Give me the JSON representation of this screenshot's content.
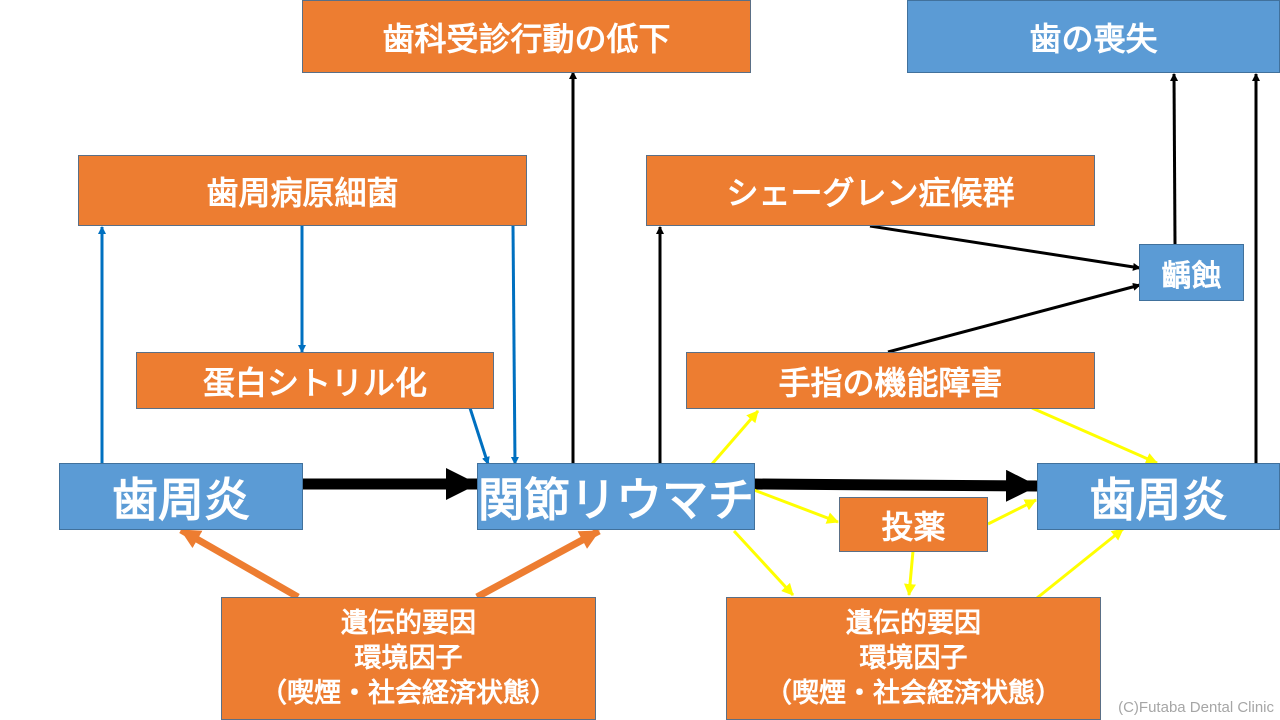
{
  "nodes": {
    "dental_visit_decline": "歯科受診行動の低下",
    "tooth_loss": "歯の喪失",
    "periodontal_pathogens": "歯周病原細菌",
    "sjogren": "シェーグレン症候群",
    "caries": "齲蝕",
    "citrullination": "蛋白シトリル化",
    "finger_dysfunction": "手指の機能障害",
    "periodontitis_left": "歯周炎",
    "rheumatoid_arthritis": "関節リウマチ",
    "medication": "投薬",
    "periodontitis_right": "歯周炎",
    "factors_left": {
      "line1": "遺伝的要因",
      "line2": "環境因子",
      "line3": "（喫煙・社会経済状態）"
    },
    "factors_right": {
      "line1": "遺伝的要因",
      "line2": "環境因子",
      "line3": "（喫煙・社会経済状態）"
    }
  },
  "credit": "(C)Futaba Dental Clinic",
  "colors": {
    "orange": "#ED7D31",
    "blue": "#5B9BD5",
    "arrow_black": "#000000",
    "arrow_blue": "#0070C0",
    "arrow_yellow": "#FFFF00",
    "arrow_orange": "#ED7D31"
  }
}
